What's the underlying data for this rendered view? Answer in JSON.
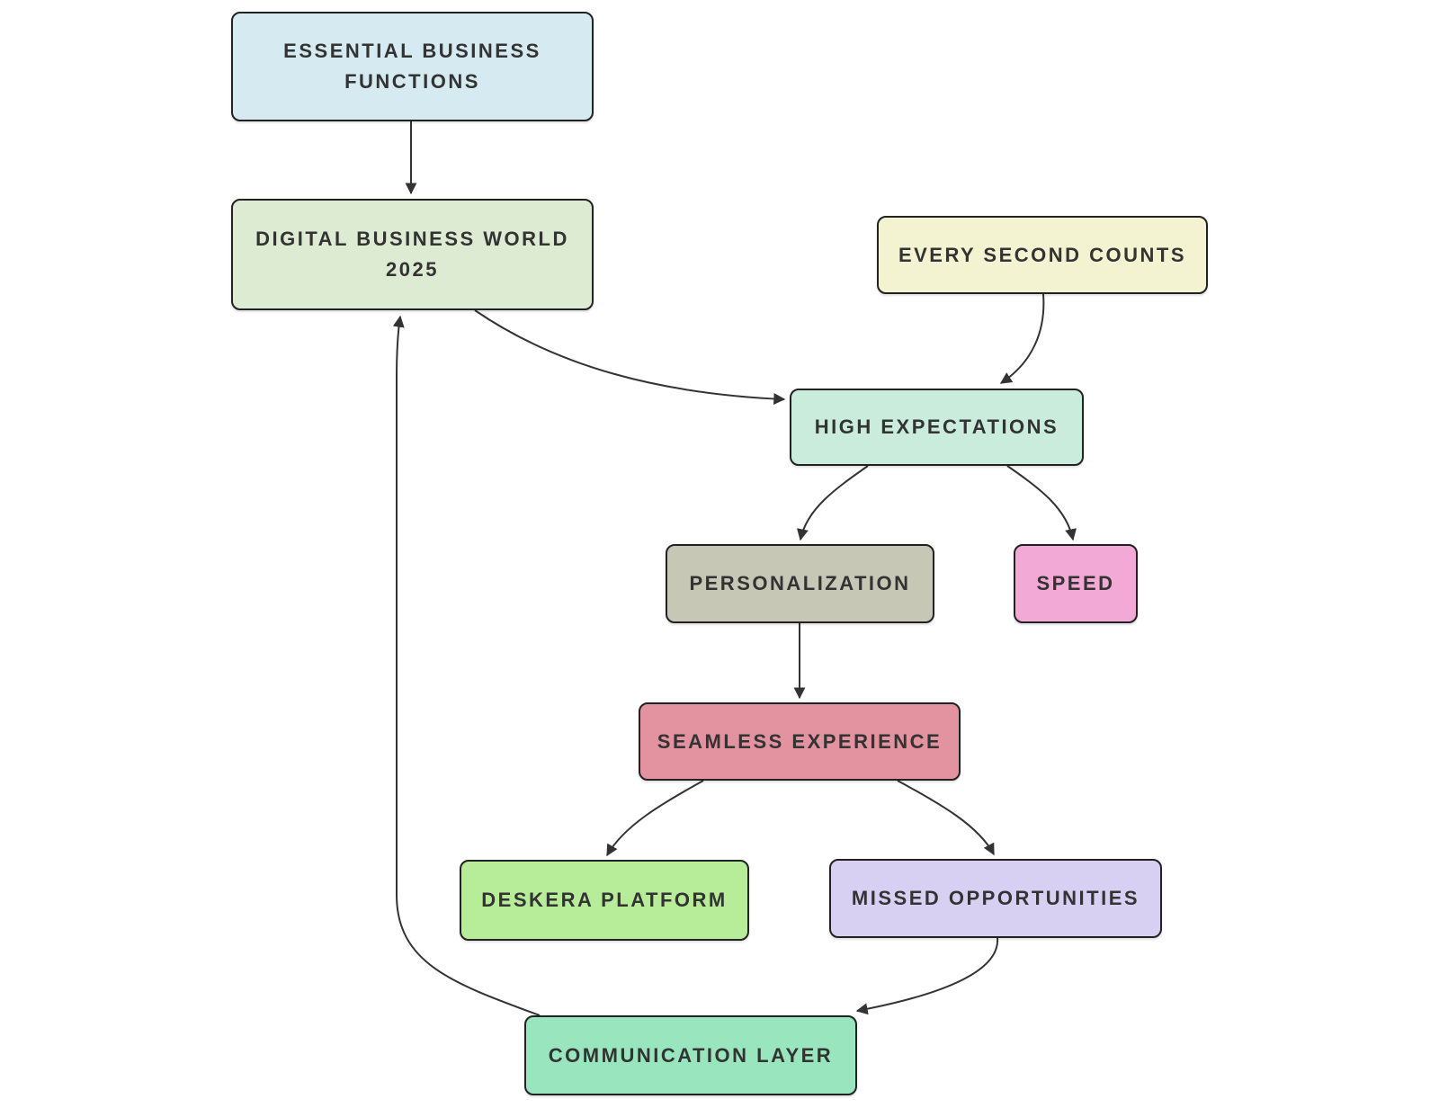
{
  "diagram": {
    "type": "flowchart",
    "background_color": "#ffffff",
    "stroke_color": "#333333",
    "text_color": "#333333",
    "nodes": [
      {
        "id": "essential-business-functions",
        "label": "ESSENTIAL BUSINESS FUNCTIONS",
        "fill": "#d5ebf1"
      },
      {
        "id": "digital-business-world-2025",
        "label": "DIGITAL BUSINESS WORLD 2025",
        "fill": "#dcebd2"
      },
      {
        "id": "every-second-counts",
        "label": "EVERY SECOND COUNTS",
        "fill": "#f3f3d1"
      },
      {
        "id": "high-expectations",
        "label": "HIGH EXPECTATIONS",
        "fill": "#c9ecdc"
      },
      {
        "id": "personalization",
        "label": "PERSONALIZATION",
        "fill": "#c6c7b5"
      },
      {
        "id": "speed",
        "label": "SPEED",
        "fill": "#f3a9d5"
      },
      {
        "id": "seamless-experience",
        "label": "SEAMLESS EXPERIENCE",
        "fill": "#e3929f"
      },
      {
        "id": "deskera-platform",
        "label": "DESKERA PLATFORM",
        "fill": "#b7ec99"
      },
      {
        "id": "missed-opportunities",
        "label": "MISSED OPPORTUNITIES",
        "fill": "#d8d0f3"
      },
      {
        "id": "communication-layer",
        "label": "COMMUNICATION LAYER",
        "fill": "#99e5be"
      }
    ],
    "edges": [
      {
        "from": "essential-business-functions",
        "to": "digital-business-world-2025"
      },
      {
        "from": "digital-business-world-2025",
        "to": "high-expectations"
      },
      {
        "from": "every-second-counts",
        "to": "high-expectations"
      },
      {
        "from": "high-expectations",
        "to": "personalization"
      },
      {
        "from": "high-expectations",
        "to": "speed"
      },
      {
        "from": "personalization",
        "to": "seamless-experience"
      },
      {
        "from": "seamless-experience",
        "to": "deskera-platform"
      },
      {
        "from": "seamless-experience",
        "to": "missed-opportunities"
      },
      {
        "from": "missed-opportunities",
        "to": "communication-layer"
      },
      {
        "from": "communication-layer",
        "to": "digital-business-world-2025"
      }
    ]
  }
}
